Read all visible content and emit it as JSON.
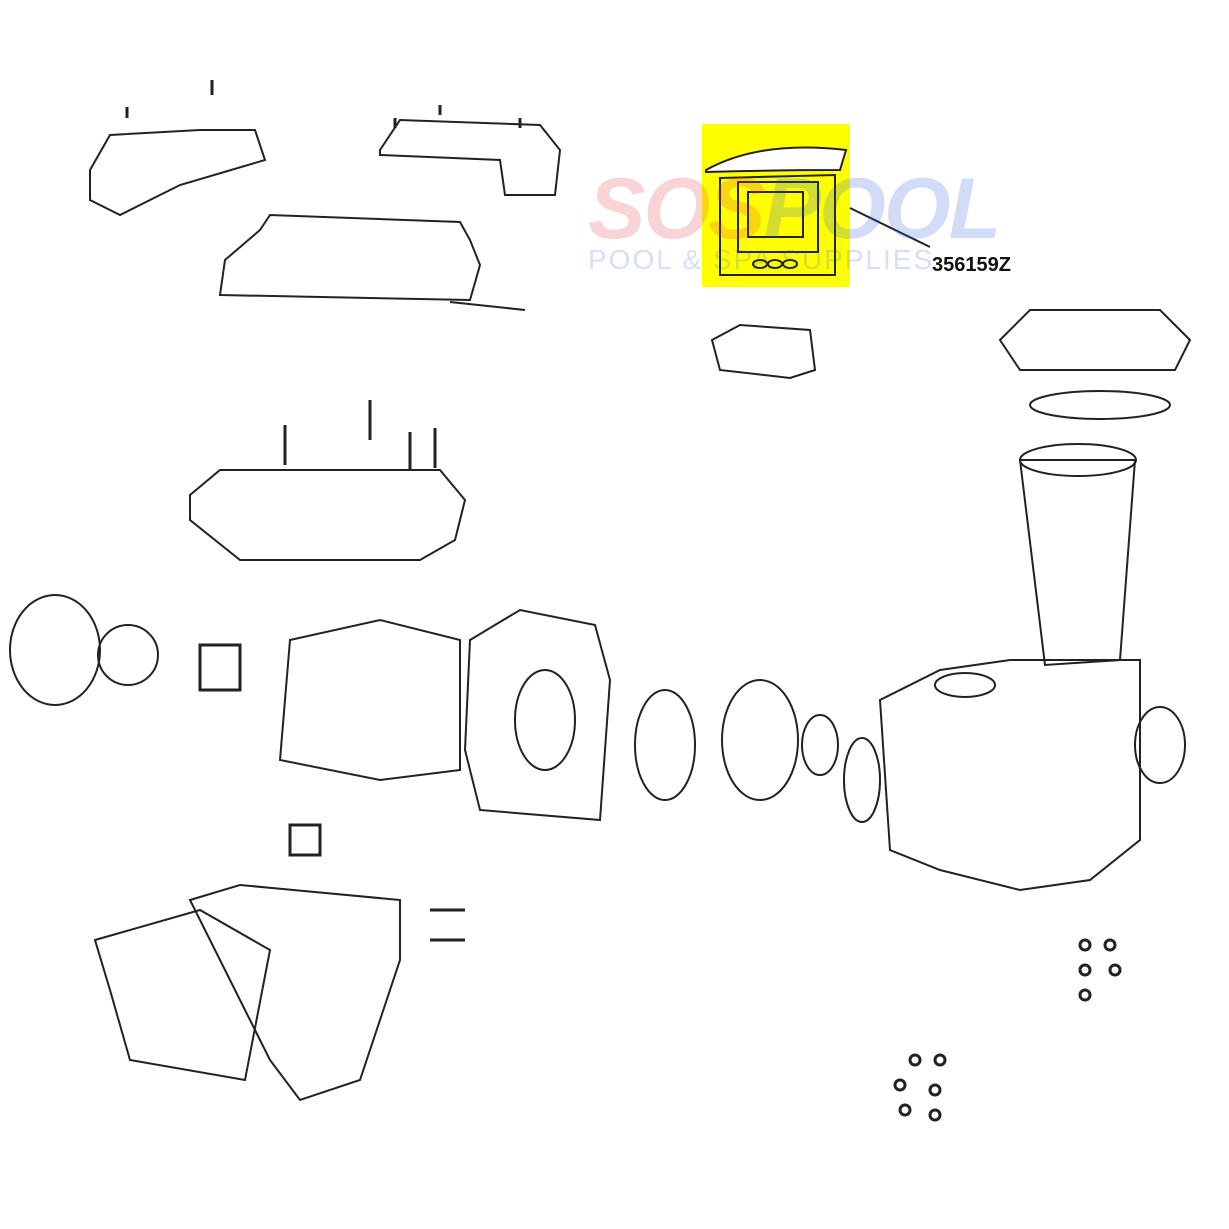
{
  "diagram": {
    "title": "Pump exploded parts diagram",
    "highlight_color": "#ffff00",
    "highlighted_part": {
      "part_number": "356159Z"
    },
    "watermark": {
      "brand_left": "SOS",
      "brand_right": "POOL",
      "tagline": "POOL & SPA SUPPLIES"
    }
  }
}
